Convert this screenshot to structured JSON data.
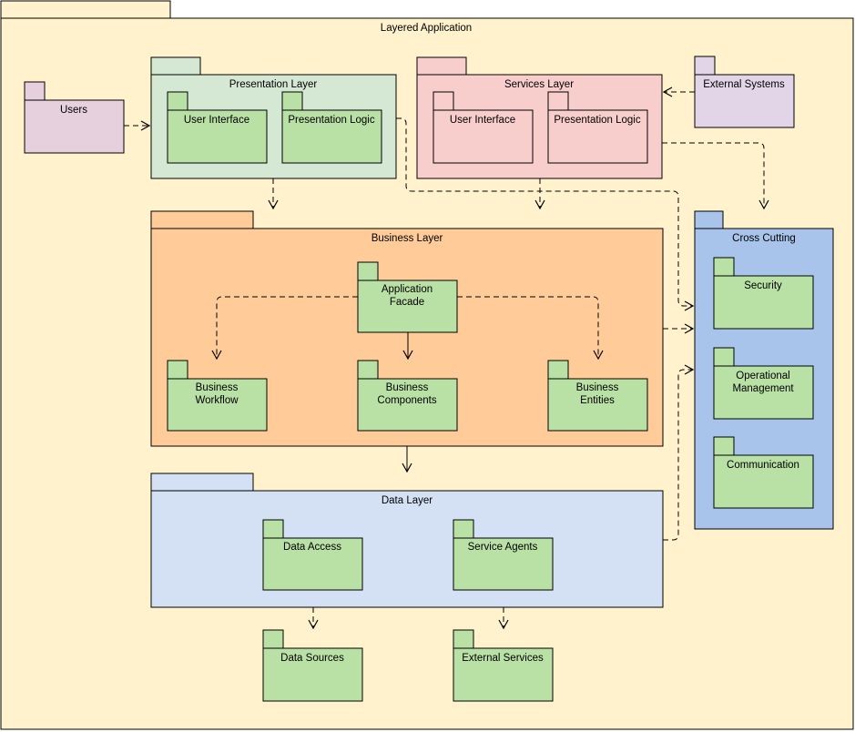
{
  "diagram": {
    "title": "Layered Application",
    "colors": {
      "frame": "#fff2cc",
      "users": "#e6d0de",
      "presentation": "#d5e8d4",
      "services": "#f8cecc",
      "external_systems": "#e1d5e7",
      "business": "#ffcc99",
      "data": "#d4e1f5",
      "cross_cutting": "#a9c4eb",
      "component": "#b9e0a5"
    },
    "users": {
      "label": "Users"
    },
    "external_systems": {
      "label": "External Systems"
    },
    "presentation_layer": {
      "label": "Presentation Layer",
      "components": [
        "User Interface",
        "Presentation Logic"
      ]
    },
    "services_layer": {
      "label": "Services Layer",
      "components": [
        "User Interface",
        "Presentation Logic"
      ]
    },
    "business_layer": {
      "label": "Business Layer",
      "facade": [
        "Application",
        "Facade"
      ],
      "workflow": [
        "Business",
        "Workflow"
      ],
      "components": [
        "Business",
        "Components"
      ],
      "entities": [
        "Business",
        "Entities"
      ]
    },
    "data_layer": {
      "label": "Data Layer",
      "components": [
        "Data Access",
        "Service Agents"
      ]
    },
    "cross_cutting": {
      "label": "Cross Cutting",
      "security": "Security",
      "operational": [
        "Operational",
        "Management"
      ],
      "communication": "Communication"
    },
    "data_sources": {
      "label": "Data Sources"
    },
    "external_services": {
      "label": "External Services"
    }
  }
}
